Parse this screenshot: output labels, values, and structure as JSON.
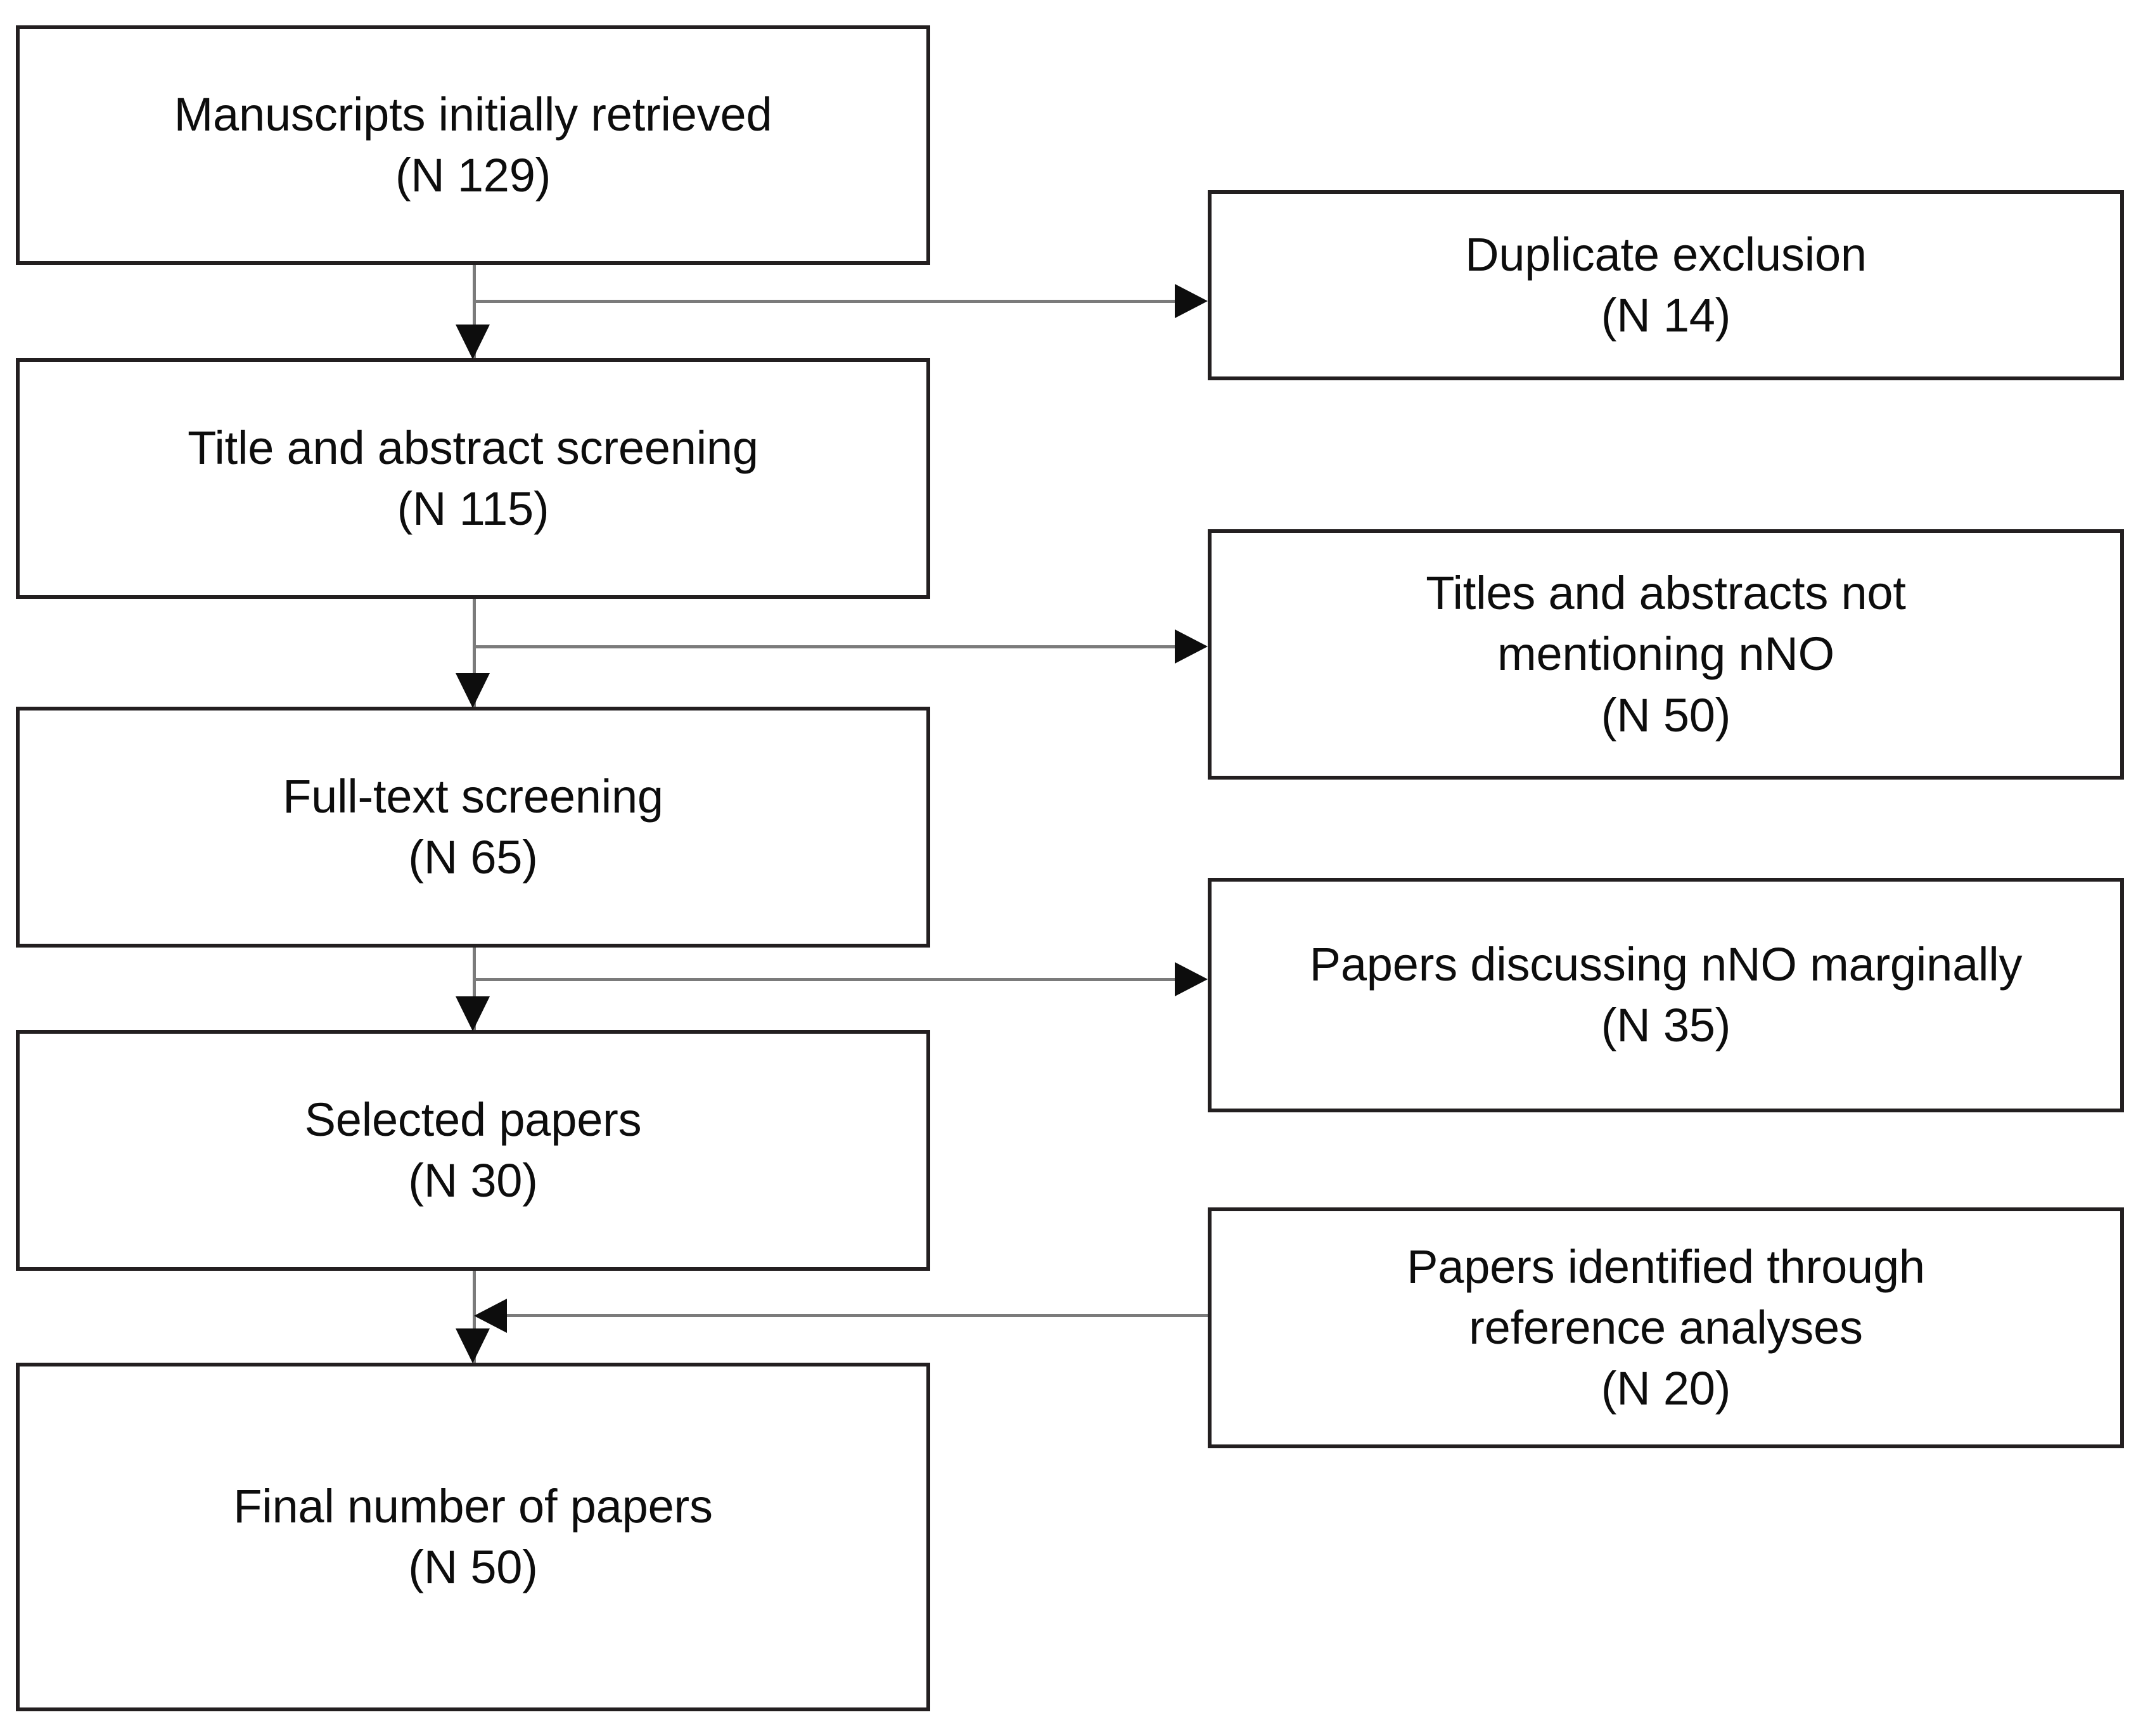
{
  "diagram": {
    "type": "prisma-flow-diagram",
    "orientation": "vertical-with-side-exclusions",
    "colors": {
      "box_border": "#231f20",
      "connector_line": "#7b7b7b",
      "arrow_head": "#0d0d0d",
      "text": "#0d0d0d",
      "background": "#ffffff"
    },
    "main_flow": [
      {
        "id": "manuscripts-retrieved",
        "line1": "Manuscripts initially retrieved",
        "line2": "(N 129)",
        "count": 129
      },
      {
        "id": "title-abstract-screening",
        "line1": "Title and abstract screening",
        "line2": "(N 115)",
        "count": 115
      },
      {
        "id": "full-text-screening",
        "line1": "Full-text screening",
        "line2": "(N 65)",
        "count": 65
      },
      {
        "id": "selected-papers",
        "line1": "Selected papers",
        "line2": "(N 30)",
        "count": 30
      },
      {
        "id": "final-number-papers",
        "line1": "Final number of papers",
        "line2": "(N 50)",
        "count": 50
      }
    ],
    "side_boxes": [
      {
        "id": "duplicate-exclusion",
        "line1": "Duplicate exclusion",
        "line2": "(N 14)",
        "line3": "",
        "count": 14,
        "direction": "out"
      },
      {
        "id": "titles-abstracts-not-mentioning-nno",
        "line1": "Titles and abstracts not",
        "line2": "mentioning nNO",
        "line3": "(N 50)",
        "count": 50,
        "direction": "out"
      },
      {
        "id": "papers-discussing-nno-marginally",
        "line1": "Papers discussing nNO marginally",
        "line2": "(N 35)",
        "line3": "",
        "count": 35,
        "direction": "out"
      },
      {
        "id": "papers-identified-through-reference-analyses",
        "line1": "Papers identified through",
        "line2": "reference analyses",
        "line3": "(N 20)",
        "count": 20,
        "direction": "in"
      }
    ]
  }
}
